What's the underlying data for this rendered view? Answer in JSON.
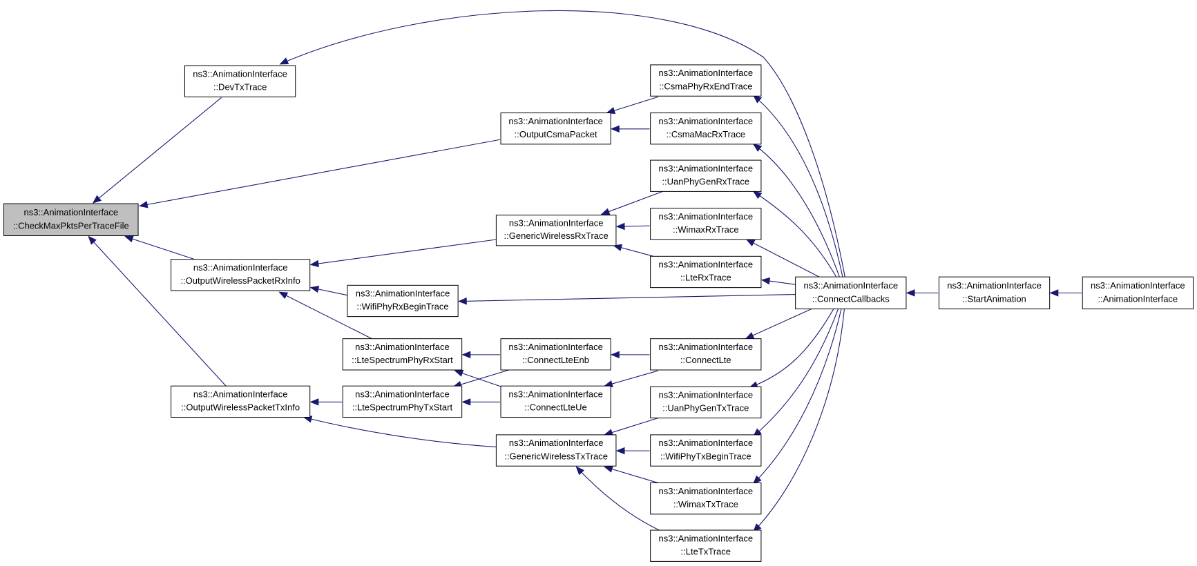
{
  "nodes": [
    {
      "id": "check",
      "line1": "ns3::AnimationInterface",
      "line2": "::CheckMaxPktsPerTraceFile",
      "highlight": true
    },
    {
      "id": "devtx",
      "line1": "ns3::AnimationInterface",
      "line2": "::DevTxTrace"
    },
    {
      "id": "outcsma",
      "line1": "ns3::AnimationInterface",
      "line2": "::OutputCsmaPacket"
    },
    {
      "id": "outrx",
      "line1": "ns3::AnimationInterface",
      "line2": "::OutputWirelessPacketRxInfo"
    },
    {
      "id": "outtx",
      "line1": "ns3::AnimationInterface",
      "line2": "::OutputWirelessPacketTxInfo"
    },
    {
      "id": "csmaphy",
      "line1": "ns3::AnimationInterface",
      "line2": "::CsmaPhyRxEndTrace"
    },
    {
      "id": "csmamac",
      "line1": "ns3::AnimationInterface",
      "line2": "::CsmaMacRxTrace"
    },
    {
      "id": "genrx",
      "line1": "ns3::AnimationInterface",
      "line2": "::GenericWirelessRxTrace"
    },
    {
      "id": "uanrx",
      "line1": "ns3::AnimationInterface",
      "line2": "::UanPhyGenRxTrace"
    },
    {
      "id": "wimaxrx",
      "line1": "ns3::AnimationInterface",
      "line2": "::WimaxRxTrace"
    },
    {
      "id": "lterx",
      "line1": "ns3::AnimationInterface",
      "line2": "::LteRxTrace"
    },
    {
      "id": "wifirx",
      "line1": "ns3::AnimationInterface",
      "line2": "::WifiPhyRxBeginTrace"
    },
    {
      "id": "ltesprx",
      "line1": "ns3::AnimationInterface",
      "line2": "::LteSpectrumPhyRxStart"
    },
    {
      "id": "ltesptx",
      "line1": "ns3::AnimationInterface",
      "line2": "::LteSpectrumPhyTxStart"
    },
    {
      "id": "connenb",
      "line1": "ns3::AnimationInterface",
      "line2": "::ConnectLteEnb"
    },
    {
      "id": "connue",
      "line1": "ns3::AnimationInterface",
      "line2": "::ConnectLteUe"
    },
    {
      "id": "connlte",
      "line1": "ns3::AnimationInterface",
      "line2": "::ConnectLte"
    },
    {
      "id": "gentx",
      "line1": "ns3::AnimationInterface",
      "line2": "::GenericWirelessTxTrace"
    },
    {
      "id": "uantx",
      "line1": "ns3::AnimationInterface",
      "line2": "::UanPhyGenTxTrace"
    },
    {
      "id": "wifitx",
      "line1": "ns3::AnimationInterface",
      "line2": "::WifiPhyTxBeginTrace"
    },
    {
      "id": "wimaxtx",
      "line1": "ns3::AnimationInterface",
      "line2": "::WimaxTxTrace"
    },
    {
      "id": "ltetx",
      "line1": "ns3::AnimationInterface",
      "line2": "::LteTxTrace"
    },
    {
      "id": "conncb",
      "line1": "ns3::AnimationInterface",
      "line2": "::ConnectCallbacks"
    },
    {
      "id": "startanim",
      "line1": "ns3::AnimationInterface",
      "line2": "::StartAnimation"
    },
    {
      "id": "ctor",
      "line1": "ns3::AnimationInterface",
      "line2": "::AnimationInterface"
    }
  ],
  "edges": [
    {
      "from": "devtx",
      "to": "check"
    },
    {
      "from": "outcsma",
      "to": "check"
    },
    {
      "from": "outrx",
      "to": "check"
    },
    {
      "from": "outtx",
      "to": "check"
    },
    {
      "from": "conncb",
      "to": "devtx"
    },
    {
      "from": "csmaphy",
      "to": "outcsma"
    },
    {
      "from": "csmamac",
      "to": "outcsma"
    },
    {
      "from": "genrx",
      "to": "outrx"
    },
    {
      "from": "wifirx",
      "to": "outrx"
    },
    {
      "from": "ltesprx",
      "to": "outrx"
    },
    {
      "from": "ltesptx",
      "to": "outtx"
    },
    {
      "from": "gentx",
      "to": "outtx"
    },
    {
      "from": "conncb",
      "to": "csmaphy"
    },
    {
      "from": "conncb",
      "to": "csmamac"
    },
    {
      "from": "uanrx",
      "to": "genrx"
    },
    {
      "from": "wimaxrx",
      "to": "genrx"
    },
    {
      "from": "lterx",
      "to": "genrx"
    },
    {
      "from": "conncb",
      "to": "uanrx"
    },
    {
      "from": "conncb",
      "to": "wimaxrx"
    },
    {
      "from": "conncb",
      "to": "lterx"
    },
    {
      "from": "conncb",
      "to": "wifirx"
    },
    {
      "from": "connenb",
      "to": "ltesprx"
    },
    {
      "from": "connue",
      "to": "ltesprx"
    },
    {
      "from": "connenb",
      "to": "ltesptx"
    },
    {
      "from": "connue",
      "to": "ltesptx"
    },
    {
      "from": "connlte",
      "to": "connenb"
    },
    {
      "from": "connlte",
      "to": "connue"
    },
    {
      "from": "conncb",
      "to": "connlte"
    },
    {
      "from": "uantx",
      "to": "gentx"
    },
    {
      "from": "wifitx",
      "to": "gentx"
    },
    {
      "from": "wimaxtx",
      "to": "gentx"
    },
    {
      "from": "ltetx",
      "to": "gentx"
    },
    {
      "from": "conncb",
      "to": "uantx"
    },
    {
      "from": "conncb",
      "to": "wifitx"
    },
    {
      "from": "conncb",
      "to": "wimaxtx"
    },
    {
      "from": "conncb",
      "to": "ltetx"
    },
    {
      "from": "startanim",
      "to": "conncb"
    },
    {
      "from": "ctor",
      "to": "startanim"
    }
  ],
  "colors": {
    "edge": "#191970",
    "highlight_fill": "#bfbfbf",
    "node_fill": "#ffffff",
    "border": "#000000"
  }
}
